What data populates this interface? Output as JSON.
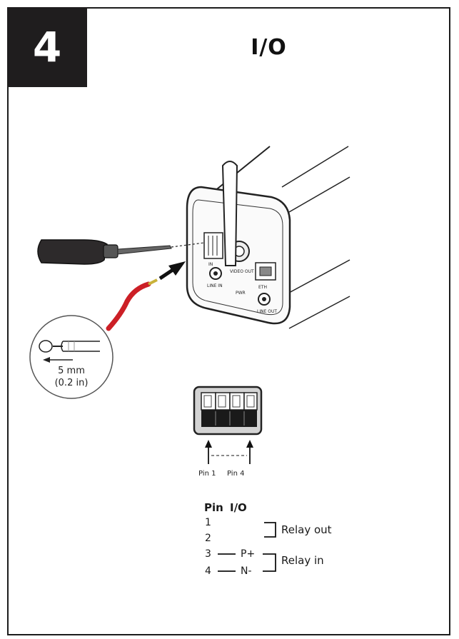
{
  "step": {
    "number": "4",
    "title": "I/O"
  },
  "camera": {
    "label_in": "IN",
    "label_video": "VIDEO OUT",
    "label_eth": "ETH",
    "label_audio_in": "LINE IN",
    "label_power": "PWR",
    "label_line_out": "LINE OUT"
  },
  "strip": {
    "length": "5 mm",
    "length_in": "(0.2 in)"
  },
  "connector": {
    "pin1": "Pin 1",
    "pin4": "Pin 4"
  },
  "table": {
    "col_pin": "Pin",
    "col_io": "I/O",
    "rows": [
      {
        "pin": "1",
        "signal": ""
      },
      {
        "pin": "2",
        "signal": ""
      },
      {
        "pin": "3",
        "signal": "P+"
      },
      {
        "pin": "4",
        "signal": "N-"
      }
    ],
    "relay_out": "Relay out",
    "relay_in": "Relay in"
  }
}
